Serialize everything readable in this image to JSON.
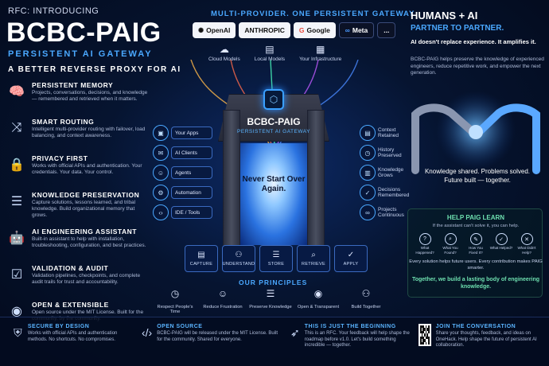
{
  "header": {
    "rfc": "RFC: INTRODUCING",
    "title": "BCBC-PAIG",
    "subtitle": "PERSISTENT AI GATEWAY",
    "tagline": "A BETTER REVERSE PROXY FOR AI"
  },
  "features": [
    {
      "icon": "brain-icon",
      "title": "PERSISTENT MEMORY",
      "desc": "Projects, conversations, decisions, and knowledge — remembered and retrieved when it matters."
    },
    {
      "icon": "routing-icon",
      "title": "SMART ROUTING",
      "desc": "Intelligent multi-provider routing with failover, load balancing, and context awareness."
    },
    {
      "icon": "lock-icon",
      "title": "PRIVACY FIRST",
      "desc": "Works with official APIs and authentication. Your credentials. Your data. Your control."
    },
    {
      "icon": "database-icon",
      "title": "KNOWLEDGE PRESERVATION",
      "desc": "Capture solutions, lessons learned, and tribal knowledge. Build organizational memory that grows."
    },
    {
      "icon": "robot-icon",
      "title": "AI ENGINEERING ASSISTANT",
      "desc": "Built-in assistant to help with installation, troubleshooting, configuration, and best practices."
    },
    {
      "icon": "checklist-icon",
      "title": "VALIDATION & AUDIT",
      "desc": "Validation pipelines, checkpoints, and complete audit trails for trust and accountability."
    },
    {
      "icon": "github-icon",
      "title": "OPEN & EXTENSIBLE",
      "desc": "Open source under the MIT License. Built for the community, by the community."
    }
  ],
  "providers": {
    "heading": "MULTI-PROVIDER. ONE PERSISTENT GATEWAY.",
    "items": [
      "OpenAI",
      "ANTHROPIC",
      "Google",
      "Meta"
    ],
    "more": "..."
  },
  "deployments": [
    "Cloud Models",
    "Local Models",
    "Your Infrastructure"
  ],
  "gate": {
    "name": "BCBC-PAIG",
    "sub": "PERSISTENT AI GATEWAY",
    "portal_text": "Never Start Over Again."
  },
  "inputs": [
    "Your Apps",
    "AI Clients",
    "Agents",
    "Automation",
    "IDE / Tools"
  ],
  "outputs": [
    "Context Retained",
    "History Preserved",
    "Knowledge Grows",
    "Decisions Remembered",
    "Projects Continuous"
  ],
  "pipeline": [
    "CAPTURE",
    "UNDERSTAND",
    "STORE",
    "RETRIEVE",
    "APPLY"
  ],
  "principles": {
    "title": "OUR PRINCIPLES",
    "items": [
      "Respect People's Time",
      "Reduce Frustration",
      "Preserve Knowledge",
      "Open & Transparent",
      "Build Together"
    ]
  },
  "right": {
    "humans": "HUMANS + AI",
    "partner": "PARTNER TO PARTNER.",
    "amplify": "AI doesn't replace experience. It amplifies it.",
    "desc": "BCBC-PAIG helps preserve the knowledge of experienced engineers, reduce repetitive work, and empower the next generation.",
    "shared": "Knowledge shared. Problems solved. Future built — together."
  },
  "help": {
    "title": "HELP PAIG LEARN",
    "sub": "If the assistant can't solve it, you can help.",
    "questions": [
      "What Happened?",
      "What You Found?",
      "How You Fixed It?",
      "What Helped?",
      "What Didn't Help?"
    ],
    "foot": "Every solution helps future users. Every contribution makes PAIG smarter.",
    "together": "Together, we build a lasting body of engineering knowledge."
  },
  "bottom": [
    {
      "icon": "shield-icon",
      "title": "SECURE BY DESIGN",
      "desc": "Works with official APIs and authentication methods. No shortcuts. No compromises."
    },
    {
      "icon": "code-icon",
      "title": "OPEN SOURCE",
      "desc": "BCBC-PAIG will be released under the MIT License. Built for the community. Shared for everyone."
    },
    {
      "icon": "rocket-icon",
      "title": "THIS IS JUST THE BEGINNING",
      "desc": "This is an RFC. Your feedback will help shape the roadmap before v1.0. Let's build something incredible — together."
    },
    {
      "icon": "qr-code-icon",
      "title": "JOIN THE CONVERSATION",
      "desc": "Share your thoughts, feedback, and ideas on OneHack. Help shape the future of persistent AI collaboration."
    }
  ],
  "colors": {
    "accent": "#4aa8ff",
    "green": "#6ee0b0",
    "bg": "#061430"
  }
}
